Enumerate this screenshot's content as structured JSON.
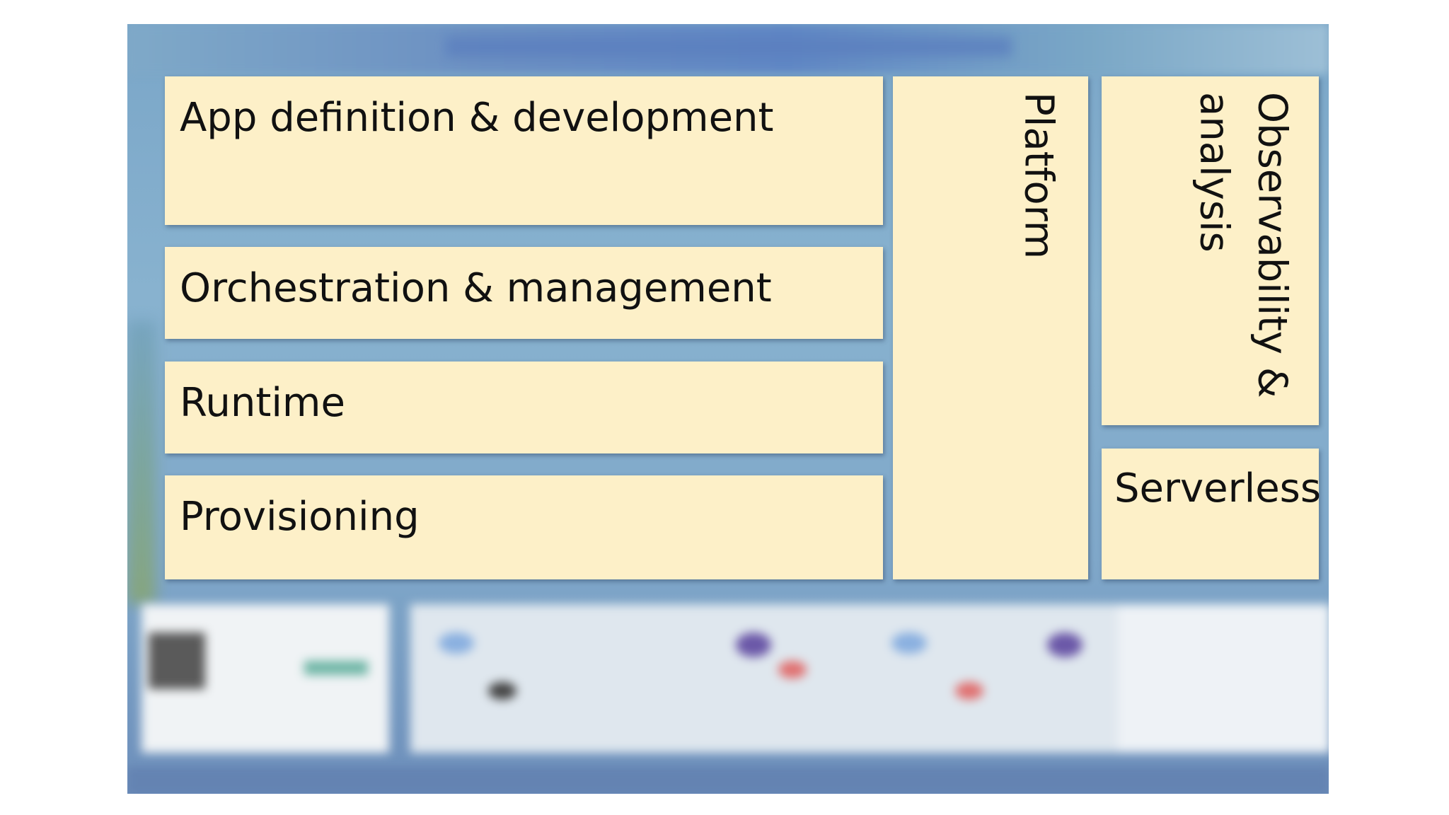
{
  "diagram": {
    "layers": [
      {
        "id": "app",
        "label": "App definition & development"
      },
      {
        "id": "orch",
        "label": "Orchestration & management"
      },
      {
        "id": "runtime",
        "label": "Runtime"
      },
      {
        "id": "prov",
        "label": "Provisioning"
      }
    ],
    "platform": {
      "label": "Platform"
    },
    "observability": {
      "line1": "Observability &",
      "line2": "analysis"
    },
    "serverless": {
      "label": "Serverless"
    }
  },
  "colors": {
    "box_fill": "#fdf0c8",
    "backdrop": "#7fa7c9"
  }
}
